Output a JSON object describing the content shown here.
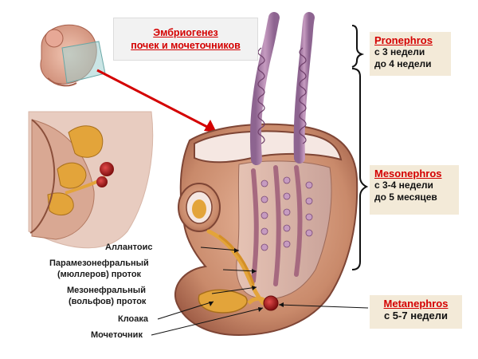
{
  "title": {
    "line1": "Эмбриогенез",
    "line2": "почек и мочеточников"
  },
  "stages": {
    "pronephros": {
      "name": "Pronephros",
      "line1": "с 3 недели",
      "line2": "до 4 недели"
    },
    "mesonephros": {
      "name": "Mesonephros",
      "line1": "с 3-4 недели",
      "line2": "до 5 месяцев"
    },
    "metanephros": {
      "name": "Metanephros",
      "line1": "с 5-7 недели"
    }
  },
  "labels": {
    "allantois": "Аллантоис",
    "paramesonephric_1": "Парамезонефральный",
    "paramesonephric_2": "(мюллеров) проток",
    "mesonephric_1": "Мезонефральный",
    "mesonephric_2": "(вольфов) проток",
    "cloaca": "Клоака",
    "ureter": "Мочеточник"
  },
  "colors": {
    "accent_red": "#d40000",
    "tissue": "#c98a6b",
    "tissue_dark": "#9c5a44",
    "tubule": "#b88aa6",
    "kidney": "#b81d1d",
    "duct": "#e3a43a"
  }
}
